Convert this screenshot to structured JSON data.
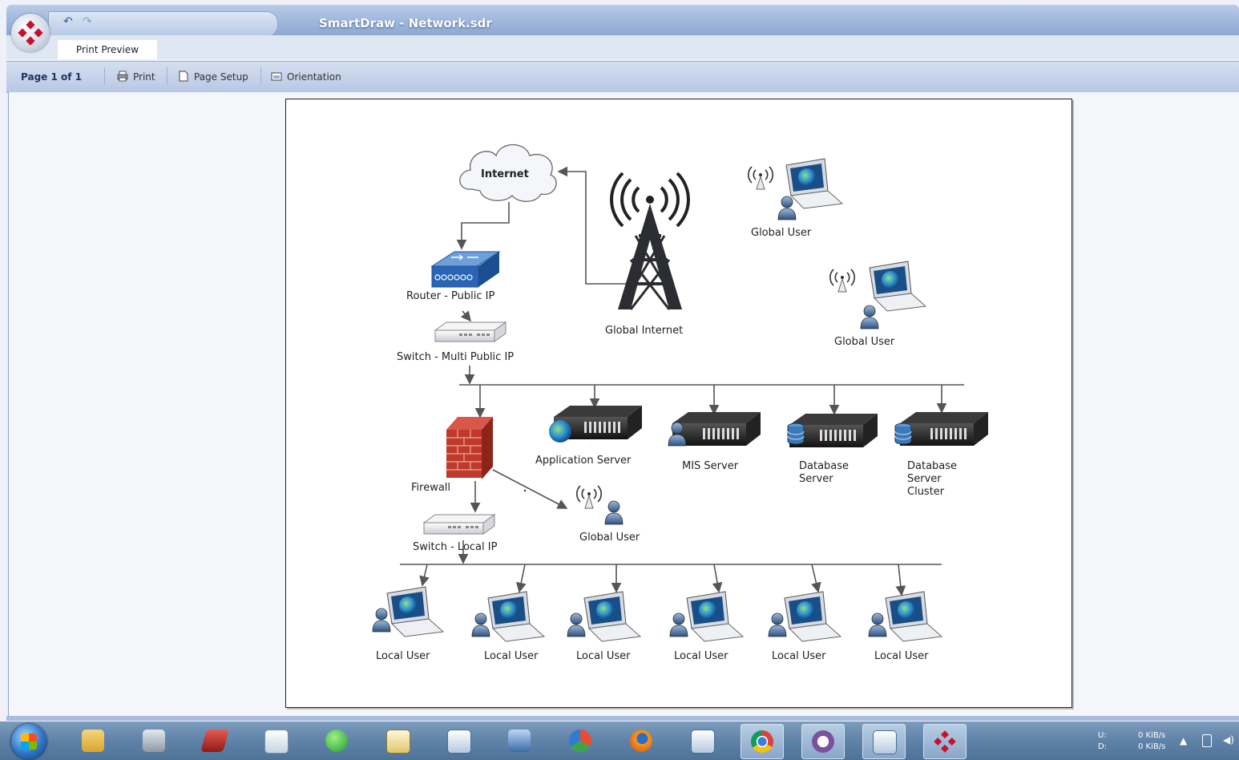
{
  "window": {
    "title": "SmartDraw - Network.sdr",
    "tab": "Print Preview"
  },
  "toolbar": {
    "page_indicator": "Page 1 of 1",
    "print": "Print",
    "page_setup": "Page Setup",
    "orientation": "Orientation"
  },
  "diagram": {
    "internet": "Internet",
    "router": "Router -  Public IP",
    "switch_public": "Switch - Multi Public IP",
    "global_internet": "Global Internet",
    "global_user_top": "Global User",
    "global_user_right": "Global User",
    "firewall": "Firewall",
    "switch_local": "Switch - Local IP",
    "global_user_mid": "Global User",
    "app_server": "Application Server",
    "mis_server": "MIS Server",
    "db_server": "Database Server",
    "db_cluster": "Database Server Cluster",
    "local_users": [
      "Local User",
      "Local User",
      "Local User",
      "Local User",
      "Local User",
      "Local User"
    ]
  },
  "taskbar": {
    "apps": [
      "file-explorer-icon",
      "computer-icon",
      "red-book-icon",
      "document-icon",
      "media-player-icon",
      "chart-app-icon",
      "window-app-icon",
      "network-icon",
      "recycle-icon",
      "firefox-icon",
      "window-app-icon",
      "chrome-icon",
      "viber-icon",
      "window-app-icon",
      "smartdraw-icon"
    ],
    "net_up_label": "U:",
    "net_down_label": "D:",
    "net_up": "0 KiB/s",
    "net_down": "0 KiB/s"
  },
  "colors": {
    "title_bar": "#9fb7dd",
    "toolbar": "#c6d3ea",
    "taskbar": "#5f82a8",
    "smartdraw_red": "#c8102e",
    "firewall_brick": "#c0392b",
    "router_blue": "#2a65b3"
  }
}
